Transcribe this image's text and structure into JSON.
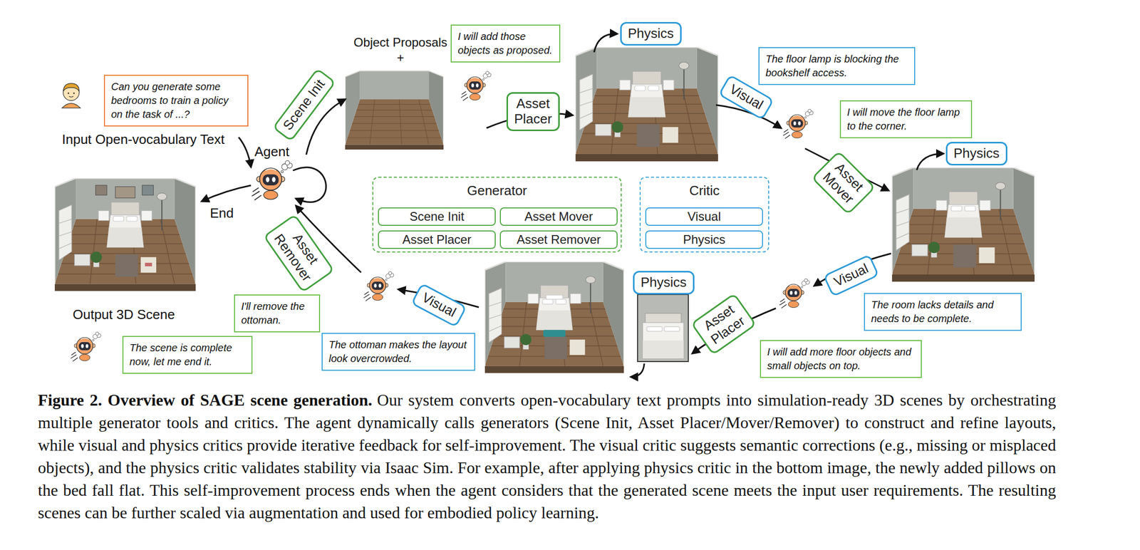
{
  "diagram": {
    "title": "Figure 2. Overview of SAGE scene generation.",
    "caption": "Our system converts open-vocabulary text prompts into simulation-ready 3D scenes by orchestrating multiple generator tools and critics. The agent dynamically calls generators (Scene Init, Asset Placer/Mover/Remover) to construct and refine layouts, while visual and physics critics provide iterative feedback for self-improvement. The visual critic suggests semantic corrections (e.g., missing or misplaced objects), and the physics critic validates stability via Isaac Sim. For example, after applying physics critic in the bottom image, the newly added pillows on the bed fall flat. This self-improvement process ends when the agent considers that the generated scene meets the input user requirements. The resulting scenes can be further scaled via augmentation and used for embodied policy learning.",
    "nodes": [
      {
        "text": [
          "Can you generate some bedrooms to train a policy on the task of ...?"
        ]
      },
      {
        "text": [
          "Scene Init"
        ]
      },
      {
        "text": [
          "I will add those objects as proposed."
        ]
      },
      {
        "text": [
          "Physics"
        ]
      },
      {
        "text": [
          "Asset Placer"
        ]
      },
      {
        "text": [
          "The floor lamp is blocking the bookshelf access."
        ]
      },
      {
        "text": [
          "Visual"
        ]
      },
      {
        "text": [
          "I will move the floor lamp to the corner."
        ]
      },
      {
        "text": [
          "Physics"
        ]
      },
      {
        "text": [
          "Asset Mover"
        ]
      },
      {
        "text": [
          "Generator"
        ]
      },
      {
        "text": [
          "Scene Init"
        ],
        "in": 10
      },
      {
        "text": [
          "Asset Mover"
        ],
        "in": 10
      },
      {
        "text": [
          "Asset Placer"
        ],
        "in": 10
      },
      {
        "text": [
          "Asset Remover"
        ],
        "in": 10
      },
      {
        "text": [
          "Critic"
        ]
      },
      {
        "text": [
          "Visual"
        ],
        "in": 15
      },
      {
        "text": [
          "Physics"
        ],
        "in": 15
      },
      {
        "text": [
          "Asset Remover"
        ]
      },
      {
        "text": [
          "I'll remove the ottoman."
        ]
      },
      {
        "text": [
          "Visual"
        ]
      },
      {
        "text": [
          "Physics"
        ]
      },
      {
        "text": [
          "Asset Placer"
        ]
      },
      {
        "text": [
          "Visual"
        ]
      },
      {
        "text": [
          "The room lacks details and needs to be complete."
        ]
      },
      {
        "text": [
          "The ottoman makes the layout look overcrowded."
        ]
      },
      {
        "text": [
          "I will add more floor objects and small objects on top."
        ]
      },
      {
        "text": [
          "The scene is complete now, let me end it."
        ]
      }
    ],
    "labels": [
      "Input Open-vocabulary Text",
      "Agent",
      "End",
      "Object Proposals +",
      "Output 3D Scene"
    ]
  }
}
